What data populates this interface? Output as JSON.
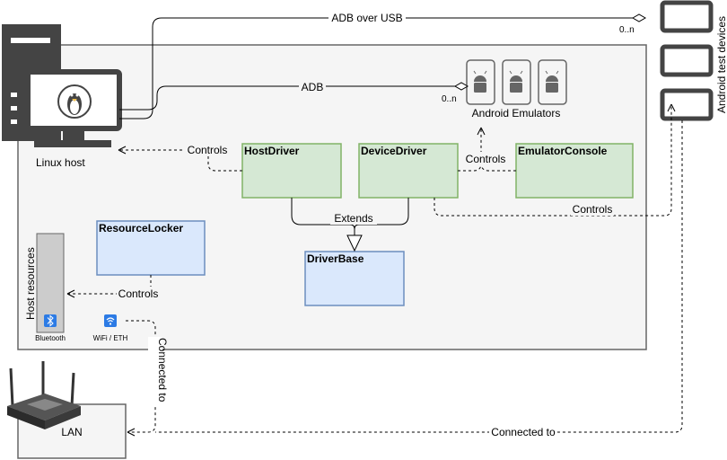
{
  "boxes": {
    "host_driver": "HostDriver",
    "device_driver": "DeviceDriver",
    "emulator_console": "EmulatorConsole",
    "resource_locker": "ResourceLocker",
    "driver_base": "DriverBase",
    "lan": "LAN"
  },
  "labels": {
    "linux_host": "Linux host",
    "android_emulators": "Android Emulators",
    "android_test_devices": "Android test devices",
    "host_resources": "Host resources",
    "bluetooth": "Bluetooth",
    "wifi": "WiFi / ETH"
  },
  "edges": {
    "adb_over_usb": "ADB over USB",
    "adb": "ADB",
    "multiplicity_usb": "0..n",
    "multiplicity_adb": "0..n",
    "controls_host": "Controls",
    "controls_emulators": "Controls",
    "controls_devices": "Controls",
    "controls_resources": "Controls",
    "extends": "Extends",
    "connected_to_wifi": "Connected to",
    "connected_to_devices": "Connected to"
  },
  "colors": {
    "green_fill": "#d5e8d4",
    "green_stroke": "#82b366",
    "blue_fill": "#dae8fc",
    "blue_stroke": "#6c8ebf",
    "container_fill": "#f5f5f5",
    "container_stroke": "#666666",
    "dark_icon": "#444444",
    "badge_blue": "#2c7be5"
  }
}
